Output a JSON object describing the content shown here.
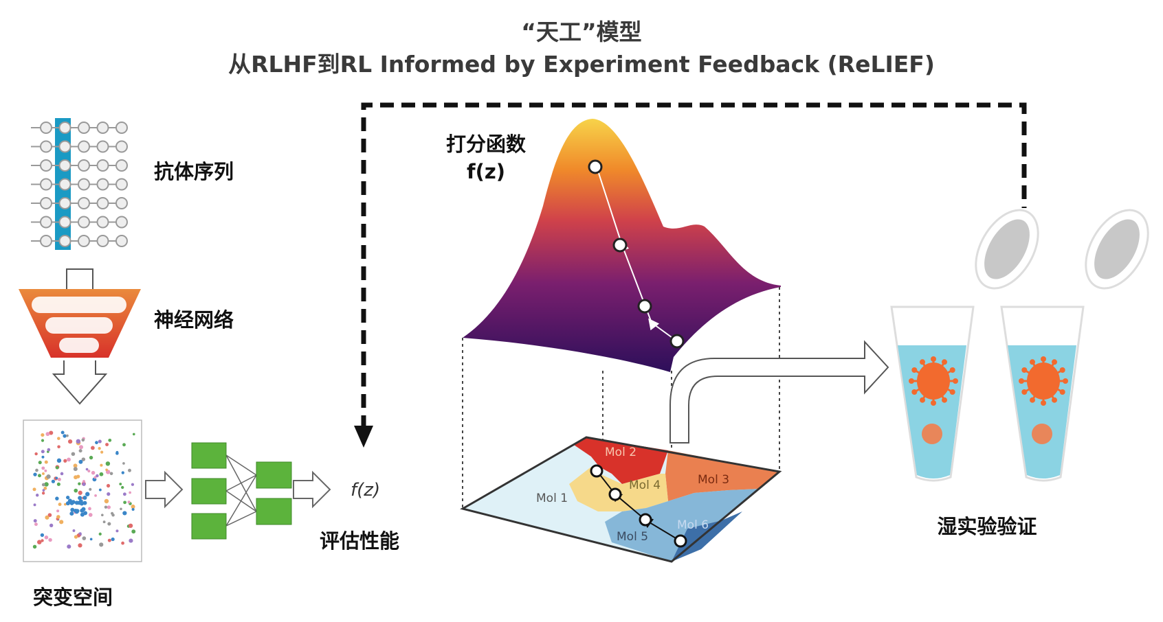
{
  "title": {
    "line1": "“天工”模型",
    "line2": "从RLHF到RL Informed by Experiment Feedback (ReLIEF)"
  },
  "left": {
    "sequence_label": "抗体序列",
    "network_label": "神经网络",
    "mutation_space_label": "突变空间",
    "fz_label": "f(z)",
    "evaluate_label": "评估性能"
  },
  "center": {
    "scoring_label": "打分函数",
    "scoring_fz": "f(z)",
    "molecules": [
      "Mol 1",
      "Mol 2",
      "Mol 3",
      "Mol 4",
      "Mol 5",
      "Mol 6"
    ]
  },
  "right": {
    "wet_lab_label": "湿实验验证"
  },
  "colors": {
    "seq_highlight": "#1a9ac4",
    "green_box": "#5cb33c",
    "tube_liquid": "#8bd3e3",
    "virus": "#f26a2e",
    "mol1": "#dff1f7",
    "mol2": "#d8322a",
    "mol3": "#ea8050",
    "mol4": "#f6d98a",
    "mol5": "#86b7d8",
    "mol6": "#3d6fa8"
  }
}
